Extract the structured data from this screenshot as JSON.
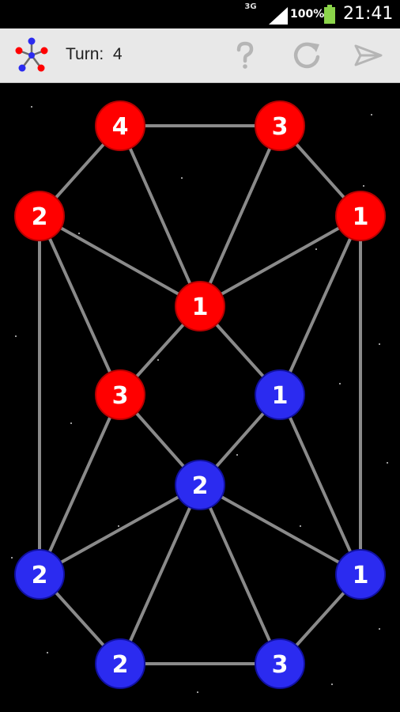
{
  "status_bar": {
    "network": "3G",
    "battery_percent": "100%",
    "time": "21:41",
    "icons": [
      "signal-icon",
      "battery-icon"
    ]
  },
  "toolbar": {
    "turn_label": "Turn:",
    "turn_value": "4",
    "icons": [
      "app-logo-icon",
      "help-icon",
      "restart-icon",
      "send-icon"
    ]
  },
  "colors": {
    "red_player": "#ff0000",
    "blue_player": "#2b2bf0",
    "edge": "#8a8a8a",
    "toolbar_bg": "#e8e8e8"
  },
  "board": {
    "nodes": [
      {
        "id": "n1",
        "value": "4",
        "owner": "red"
      },
      {
        "id": "n2",
        "value": "3",
        "owner": "red"
      },
      {
        "id": "n3",
        "value": "2",
        "owner": "red"
      },
      {
        "id": "n4",
        "value": "1",
        "owner": "red"
      },
      {
        "id": "n5",
        "value": "1",
        "owner": "red"
      },
      {
        "id": "n6",
        "value": "3",
        "owner": "red"
      },
      {
        "id": "n7",
        "value": "1",
        "owner": "blue"
      },
      {
        "id": "n8",
        "value": "2",
        "owner": "blue"
      },
      {
        "id": "n9",
        "value": "2",
        "owner": "blue"
      },
      {
        "id": "n10",
        "value": "1",
        "owner": "blue"
      },
      {
        "id": "n11",
        "value": "2",
        "owner": "blue"
      },
      {
        "id": "n12",
        "value": "3",
        "owner": "blue"
      }
    ],
    "edges": [
      [
        "n1",
        "n2"
      ],
      [
        "n1",
        "n3"
      ],
      [
        "n1",
        "n5"
      ],
      [
        "n2",
        "n4"
      ],
      [
        "n2",
        "n5"
      ],
      [
        "n3",
        "n5"
      ],
      [
        "n3",
        "n6"
      ],
      [
        "n3",
        "n9"
      ],
      [
        "n4",
        "n5"
      ],
      [
        "n4",
        "n7"
      ],
      [
        "n4",
        "n10"
      ],
      [
        "n5",
        "n6"
      ],
      [
        "n5",
        "n7"
      ],
      [
        "n6",
        "n8"
      ],
      [
        "n6",
        "n9"
      ],
      [
        "n7",
        "n8"
      ],
      [
        "n7",
        "n10"
      ],
      [
        "n8",
        "n9"
      ],
      [
        "n8",
        "n10"
      ],
      [
        "n8",
        "n11"
      ],
      [
        "n8",
        "n12"
      ],
      [
        "n9",
        "n11"
      ],
      [
        "n10",
        "n12"
      ],
      [
        "n11",
        "n12"
      ]
    ]
  }
}
